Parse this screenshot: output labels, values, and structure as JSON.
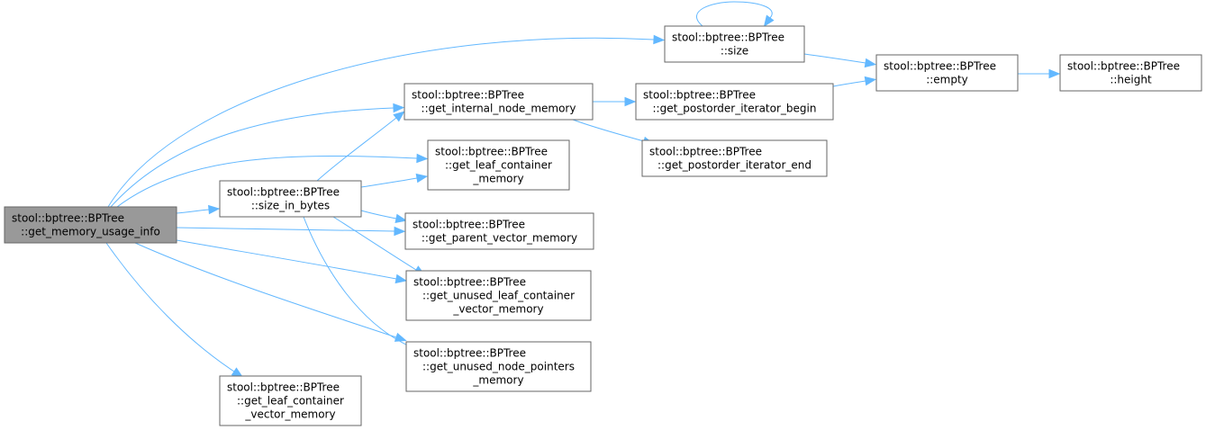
{
  "nodes": [
    {
      "id": "root",
      "lines": [
        "stool::bptree::BPTree",
        "::get_memory_usage_info"
      ],
      "root": true
    },
    {
      "id": "size",
      "lines": [
        "stool::bptree::BPTree",
        "::size"
      ]
    },
    {
      "id": "empty",
      "lines": [
        "stool::bptree::BPTree",
        "::empty"
      ]
    },
    {
      "id": "height",
      "lines": [
        "stool::bptree::BPTree",
        "::height"
      ]
    },
    {
      "id": "internal",
      "lines": [
        "stool::bptree::BPTree",
        "::get_internal_node_memory"
      ]
    },
    {
      "id": "postbegin",
      "lines": [
        "stool::bptree::BPTree",
        "::get_postorder_iterator_begin"
      ]
    },
    {
      "id": "postend",
      "lines": [
        "stool::bptree::BPTree",
        "::get_postorder_iterator_end"
      ]
    },
    {
      "id": "leafmem",
      "lines": [
        "stool::bptree::BPTree",
        "::get_leaf_container",
        "_memory"
      ]
    },
    {
      "id": "sib",
      "lines": [
        "stool::bptree::BPTree",
        "::size_in_bytes"
      ]
    },
    {
      "id": "parent",
      "lines": [
        "stool::bptree::BPTree",
        "::get_parent_vector_memory"
      ]
    },
    {
      "id": "unusedleaf",
      "lines": [
        "stool::bptree::BPTree",
        "::get_unused_leaf_container",
        "_vector_memory"
      ]
    },
    {
      "id": "unusednode",
      "lines": [
        "stool::bptree::BPTree",
        "::get_unused_node_pointers",
        "_memory"
      ]
    },
    {
      "id": "leafvec",
      "lines": [
        "stool::bptree::BPTree",
        "::get_leaf_container",
        "_vector_memory"
      ]
    }
  ],
  "edges": [
    {
      "from": "root",
      "to": "size"
    },
    {
      "from": "root",
      "to": "internal"
    },
    {
      "from": "root",
      "to": "leafmem"
    },
    {
      "from": "root",
      "to": "sib"
    },
    {
      "from": "root",
      "to": "parent"
    },
    {
      "from": "root",
      "to": "unusedleaf"
    },
    {
      "from": "root",
      "to": "unusednode"
    },
    {
      "from": "root",
      "to": "leafvec"
    },
    {
      "from": "size",
      "to": "size"
    },
    {
      "from": "size",
      "to": "empty"
    },
    {
      "from": "empty",
      "to": "height"
    },
    {
      "from": "internal",
      "to": "postbegin"
    },
    {
      "from": "internal",
      "to": "postend"
    },
    {
      "from": "postbegin",
      "to": "empty"
    },
    {
      "from": "sib",
      "to": "internal"
    },
    {
      "from": "sib",
      "to": "leafmem"
    },
    {
      "from": "sib",
      "to": "parent"
    },
    {
      "from": "sib",
      "to": "unusedleaf"
    },
    {
      "from": "sib",
      "to": "unusednode"
    }
  ],
  "colors": {
    "edge": "#63b8ff",
    "root_fill": "#999999",
    "border": "#666666"
  }
}
